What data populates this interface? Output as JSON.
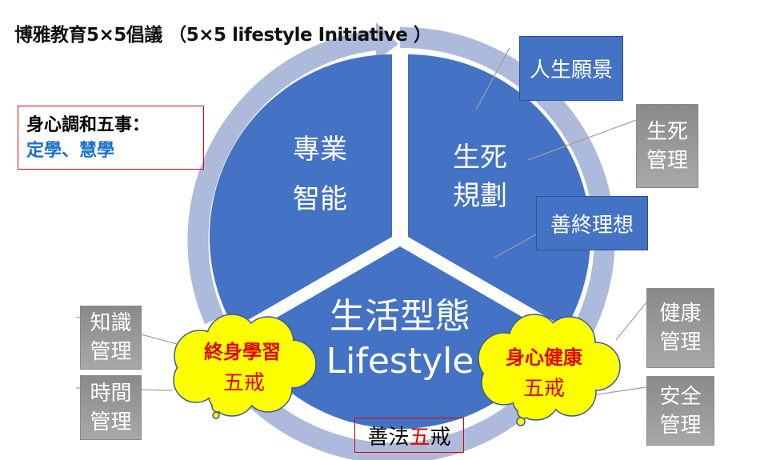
{
  "title": "博雅教育5×5倡議 （5×5 lifestyle Initiative ）",
  "harmony": {
    "line1": "身心調和五事：",
    "line2": "定學、慧學"
  },
  "sectors": {
    "professional": [
      "專業",
      "智能"
    ],
    "life_death": [
      "生死",
      "規劃"
    ],
    "lifestyle": [
      "生活型態",
      "Lifestyle"
    ]
  },
  "boxes": {
    "life_vision": "人生願景",
    "life_death_mgmt": [
      "生死",
      "管理"
    ],
    "good_end": "善終理想",
    "health_mgmt": [
      "健康",
      "管理"
    ],
    "safety_mgmt": [
      "安全",
      "管理"
    ],
    "knowledge_mgmt": [
      "知識",
      "管理"
    ],
    "time_mgmt": [
      "時間",
      "管理"
    ]
  },
  "clouds": {
    "lifelong": [
      "終身學習",
      "五戒"
    ],
    "wellbeing": [
      "身心健康",
      "五戒"
    ]
  },
  "precepts": {
    "a": "善法",
    "b": "五",
    "c": "戒"
  },
  "colors": {
    "sector": "#4472c4",
    "ring": "#aebadc",
    "cloud": "#ffff00",
    "red": "#e00000",
    "grey": "#999999"
  }
}
